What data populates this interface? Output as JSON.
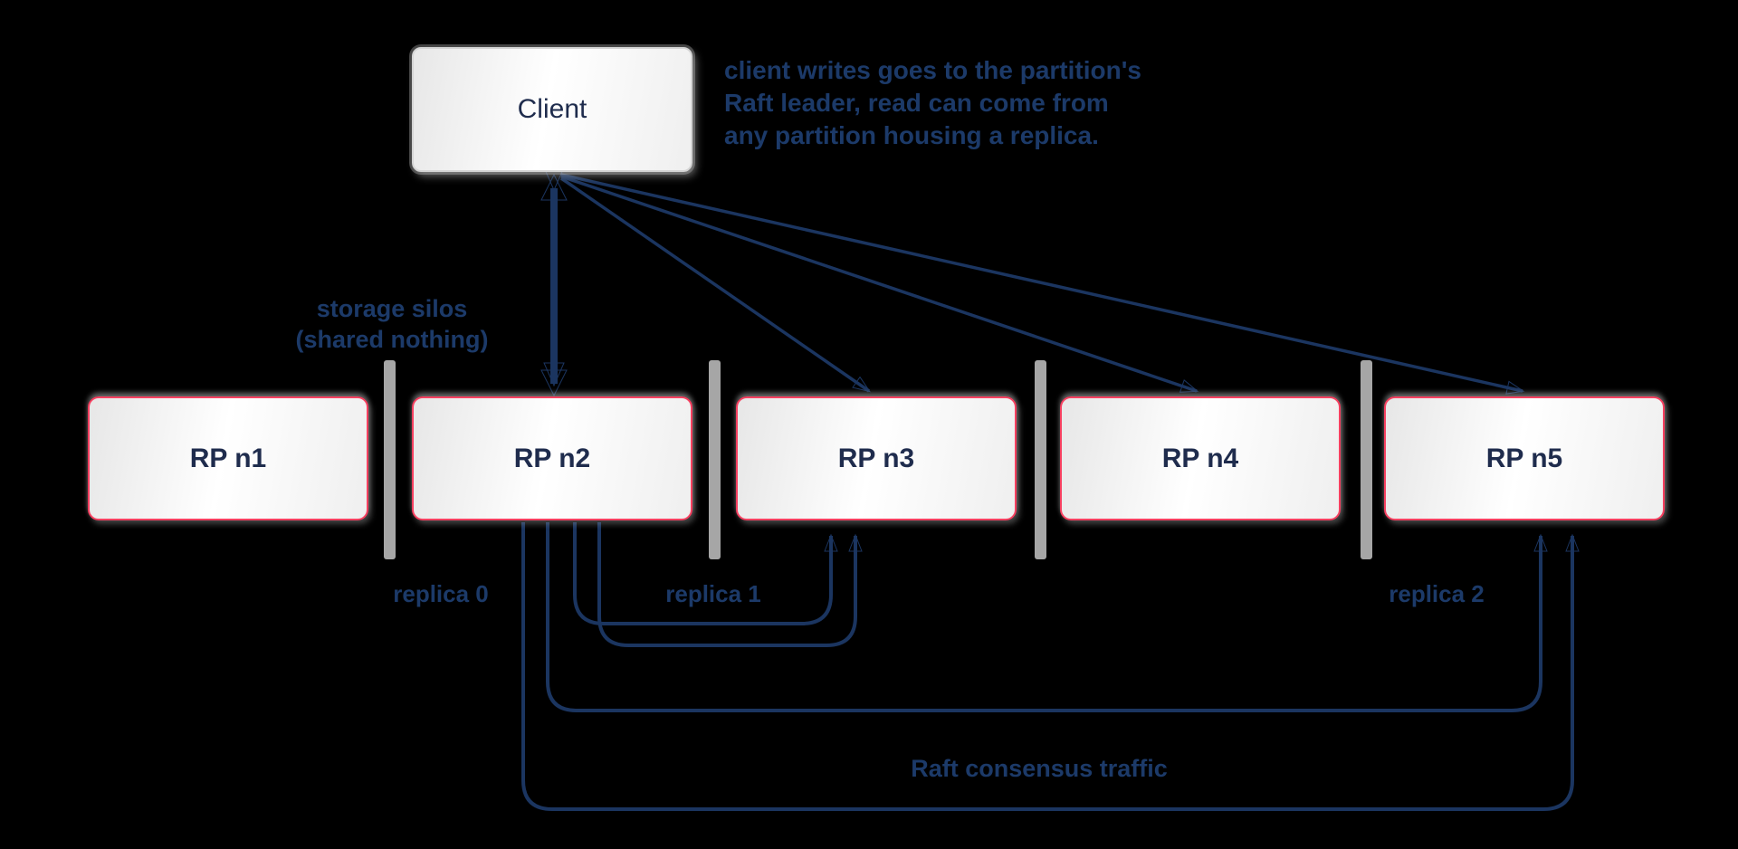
{
  "colors": {
    "bg": "#000000",
    "line_navy": "#1b3560",
    "text_navy": "#1c3a69",
    "label_navy": "#1f2c4d",
    "pink": "#f64060",
    "divider_gray": "#a6a6a6",
    "client_border": "#d4d4d4"
  },
  "client": {
    "label": "Client"
  },
  "annotation": {
    "lines": [
      "client writes goes to the partition's",
      "Raft leader, read can come from",
      "any partition housing a replica."
    ]
  },
  "storage_tier": {
    "lines": [
      "storage silos",
      "(shared nothing)"
    ]
  },
  "nodes": [
    {
      "label": "RP n1"
    },
    {
      "label": "RP n2"
    },
    {
      "label": "RP n3"
    },
    {
      "label": "RP n4"
    },
    {
      "label": "RP n5"
    }
  ],
  "replicas": [
    {
      "label": "replica 0"
    },
    {
      "label": "replica 1"
    },
    {
      "label": "replica 2"
    }
  ],
  "raft_traffic_label": "Raft consensus traffic"
}
